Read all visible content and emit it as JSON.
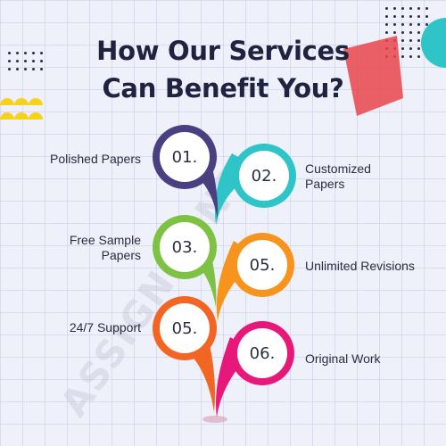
{
  "title": {
    "line1": "How Our Services",
    "line2": "Can Benefit You?"
  },
  "watermark": "ASSIGNMENT",
  "items": [
    {
      "number": "01.",
      "label": "Polished Papers",
      "color": "#4a3f80",
      "side": "left"
    },
    {
      "number": "02.",
      "label": "Customized Papers",
      "color": "#2ec4c8",
      "side": "right"
    },
    {
      "number": "03.",
      "label": "Free Sample Papers",
      "color": "#7dc242",
      "side": "left"
    },
    {
      "number": "05.",
      "label": "Unlimited Revisions",
      "color": "#f7941d",
      "side": "right"
    },
    {
      "number": "05.",
      "label": "24/7 Support",
      "color": "#f26522",
      "side": "left"
    },
    {
      "number": "06.",
      "label": "Original Work",
      "color": "#e6197a",
      "side": "right"
    }
  ],
  "colors": {
    "title": "#1f2340",
    "accent_red": "#e8454a",
    "accent_yellow": "#f7d21c",
    "accent_teal": "#2ec4c8"
  }
}
